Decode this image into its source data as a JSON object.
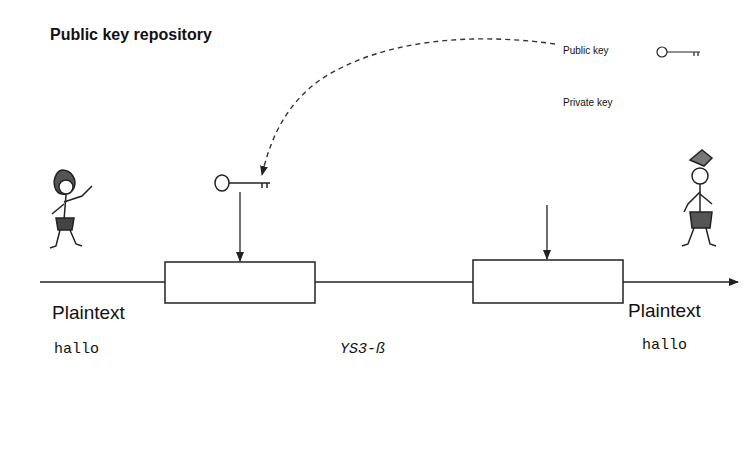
{
  "diagram": {
    "title": "Public key repository",
    "labels": [
      "Public key",
      "Private key",
      "Plaintext",
      "hallo",
      "YS3-ß",
      "Plaintext",
      "hallo"
    ]
  }
}
